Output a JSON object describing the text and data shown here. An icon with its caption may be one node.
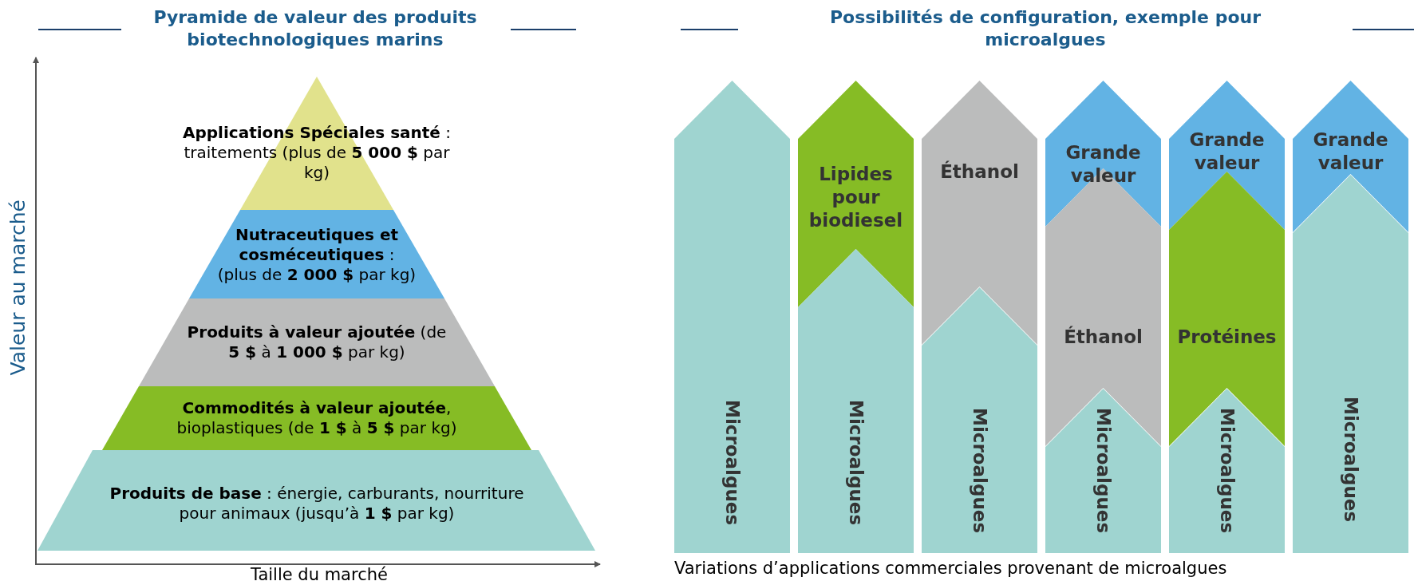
{
  "diagram": {
    "nodes": [
      {
        "text": [
          "**Applications Spéciales santé** : traitements (plus de **5 000 $** par kg)"
        ]
      },
      {
        "text": [
          "**Nutraceutiques et cosméceutiques** : (plus de **2 000 $** par kg)"
        ]
      },
      {
        "text": [
          "**Produits à valeur ajoutée** (de **5 $** à **1 000 $** par kg)"
        ]
      },
      {
        "text": [
          "**Commodités à valeur ajoutée**, bioplastiques (de **1 $** à **5 $** par kg)"
        ]
      },
      {
        "text": [
          "**Produits de base** : énergie, carburants, nourriture pour animaux (jusqu’à **1 $** par kg)"
        ]
      },
      {
        "text": [
          "Microalgues"
        ]
      },
      {
        "text": [
          "Lipides pour biodiesel"
        ]
      },
      {
        "text": [
          "Microalgues"
        ]
      },
      {
        "text": [
          "Éthanol"
        ]
      },
      {
        "text": [
          "Microalgues"
        ]
      },
      {
        "text": [
          "Grande valeur"
        ]
      },
      {
        "text": [
          "Éthanol"
        ]
      },
      {
        "text": [
          "Microalgues"
        ]
      },
      {
        "text": [
          "Grande valeur"
        ]
      },
      {
        "text": [
          "Protéines"
        ]
      },
      {
        "text": [
          "Microalgues"
        ]
      },
      {
        "text": [
          "Grande valeur"
        ]
      },
      {
        "text": [
          "Microalgues"
        ]
      }
    ],
    "labels": [
      "Pyramide de valeur des produits biotechnologiques marins",
      "Possibilités de configuration, exemple pour microalgues",
      "Valeur au marché",
      "Taille du marché",
      "Variations d’applications commerciales provenant de microalgues"
    ]
  }
}
